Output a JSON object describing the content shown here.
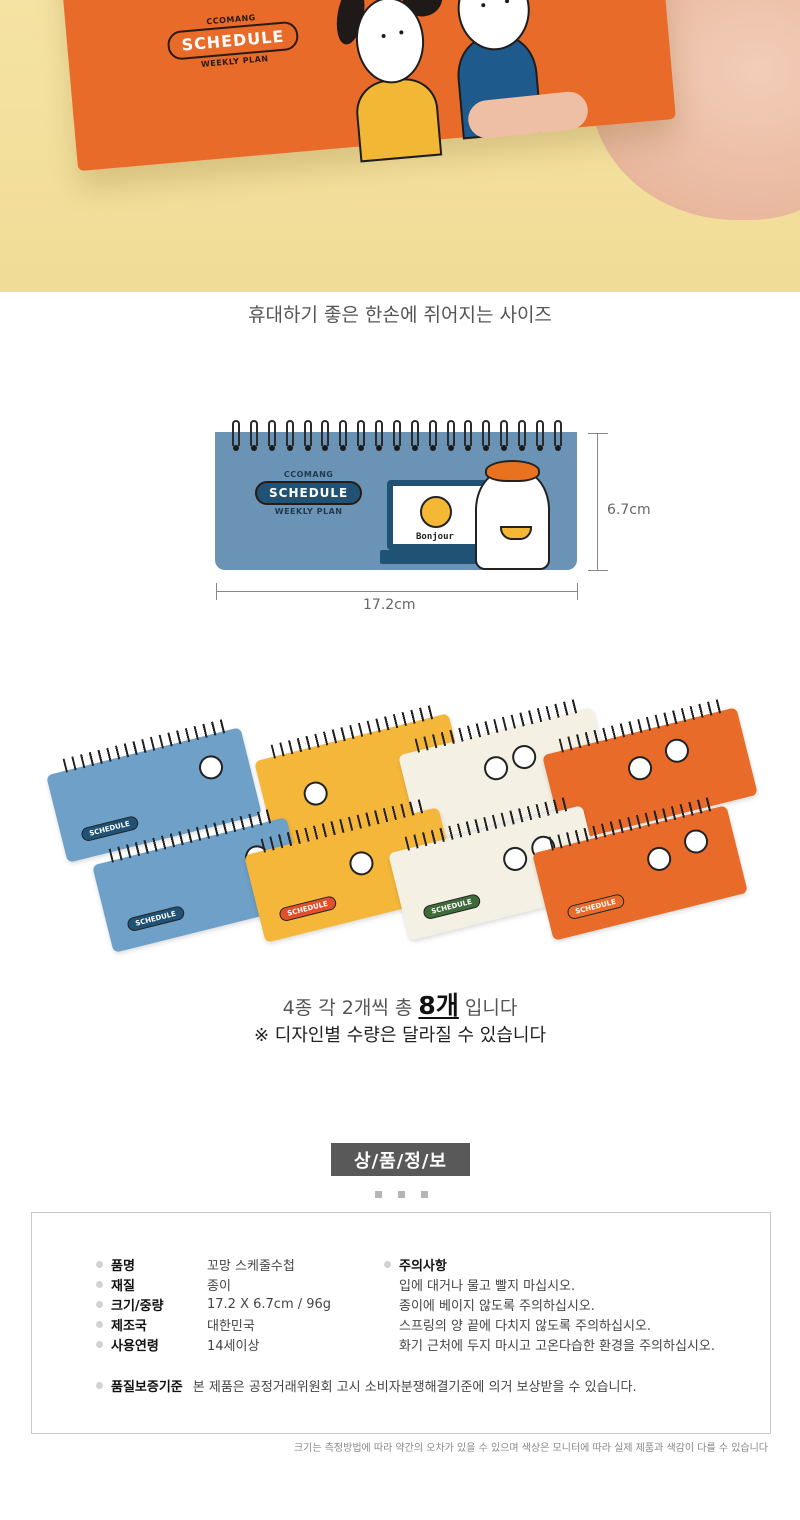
{
  "hero": {
    "logo_top": "CCOMANG",
    "logo_main": "SCHEDULE",
    "logo_bottom": "WEEKLY PLAN",
    "colors": {
      "background": "#F3DF9C",
      "cover": "#E96B2A",
      "hoodie_yellow": "#F2B734",
      "hoodie_blue": "#1F5A8C"
    }
  },
  "caption": "휴대하기 좋은 한손에 쥐어지는 사이즈",
  "dimension": {
    "logo_top": "CCOMANG",
    "logo_main": "SCHEDULE",
    "logo_bottom": "WEEKLY PLAN",
    "screen_text": "Bonjour",
    "height_label": "6.7cm",
    "width_label": "17.2cm",
    "colors": {
      "cover": "#6A93B5",
      "logo_pill": "#1F5274"
    }
  },
  "group": {
    "variants": [
      {
        "name": "blue-bonjour",
        "color": "#6EA0C8",
        "pill": "#1F5274",
        "logo": "SCHEDULE"
      },
      {
        "name": "yellow-cat",
        "color": "#F5B73A",
        "pill": "#E0502A",
        "logo": "SCHEDULE"
      },
      {
        "name": "cream-friends",
        "color": "#F4F0E4",
        "pill": "#3E6B3A",
        "logo": "SCHEDULE"
      },
      {
        "name": "orange-dog-rabbit",
        "color": "#E96B2A",
        "pill": "#E96B2A",
        "logo": "SCHEDULE"
      }
    ]
  },
  "count": {
    "prefix": "4종 각 2개씩 총",
    "highlight": "8개",
    "suffix": "입니다"
  },
  "notice": "※ 디자인별 수량은 달라질 수 있습니다",
  "info": {
    "title": "상/품/정/보",
    "specs": [
      {
        "label": "품명",
        "value": "꼬망 스케줄수첩"
      },
      {
        "label": "재질",
        "value": "종이"
      },
      {
        "label": "크기/중량",
        "value": "17.2 X 6.7cm / 96g"
      },
      {
        "label": "제조국",
        "value": "대한민국"
      },
      {
        "label": "사용연령",
        "value": "14세이상"
      }
    ],
    "caution": {
      "label": "주의사항",
      "lines": [
        "입에 대거나 물고 빨지 마십시오.",
        "종이에 베이지 않도록 주의하십시오.",
        "스프링의 양 끝에 다치지 않도록 주의하십시오.",
        "화기 근처에 두지 마시고 고온다습한 환경을 주의하십시오."
      ]
    },
    "warranty": {
      "label": "품질보증기준",
      "value": "본 제품은 공정거래위원회 고시 소비자분쟁해결기준에 의거 보상받을 수 있습니다."
    }
  },
  "footnote": "크기는 측정방법에 따라 약간의 오차가 있을 수 있으며 색상은 모니터에 따라 실제 제품과 색감이 다를 수 있습니다"
}
